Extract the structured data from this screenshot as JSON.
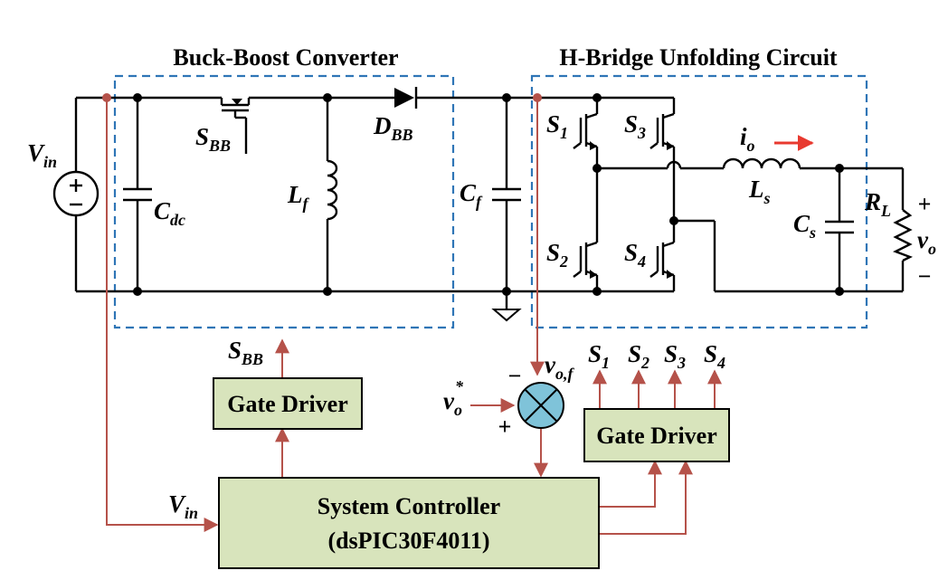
{
  "sections": {
    "buck_boost_title": "Buck-Boost Converter",
    "hbridge_title": "H-Bridge Unfolding Circuit"
  },
  "components": {
    "vin": {
      "main": "V",
      "sub": "in"
    },
    "sbb": {
      "main": "S",
      "sub": "BB"
    },
    "dbb": {
      "main": "D",
      "sub": "BB"
    },
    "cdc": {
      "main": "C",
      "sub": "dc"
    },
    "lf": {
      "main": "L",
      "sub": "f"
    },
    "cf": {
      "main": "C",
      "sub": "f"
    },
    "s1": {
      "main": "S",
      "sub": "1"
    },
    "s2": {
      "main": "S",
      "sub": "2"
    },
    "s3": {
      "main": "S",
      "sub": "3"
    },
    "s4": {
      "main": "S",
      "sub": "4"
    },
    "io": {
      "main": "i",
      "sub": "o"
    },
    "ls": {
      "main": "L",
      "sub": "s"
    },
    "cs": {
      "main": "C",
      "sub": "s"
    },
    "rl": {
      "main": "R",
      "sub": "L"
    },
    "vo": {
      "main": "v",
      "sub": "o"
    }
  },
  "polarity": {
    "plus": "+",
    "minus": "−"
  },
  "blocks": {
    "gate_driver_left": "Gate Driver",
    "gate_driver_right": "Gate Driver",
    "controller_line1": "System Controller",
    "controller_line2": "(dsPIC30F4011)"
  },
  "signals": {
    "sbb": {
      "main": "S",
      "sub": "BB"
    },
    "vin": {
      "main": "V",
      "sub": "in"
    },
    "vof": {
      "main": "v",
      "sub": "o,f"
    },
    "vo_ref": {
      "main": "v",
      "sub": "o",
      "sup": "*"
    },
    "s1": {
      "main": "S",
      "sub": "1"
    },
    "s2": {
      "main": "S",
      "sub": "2"
    },
    "s3": {
      "main": "S",
      "sub": "3"
    },
    "s4": {
      "main": "S",
      "sub": "4"
    },
    "sum_minus": "−",
    "sum_plus": "+"
  },
  "colors": {
    "signal": "#b5524a",
    "dashed_box": "#2e75b6",
    "block_fill": "#d8e4bc",
    "current_arrow": "#e8392f"
  }
}
